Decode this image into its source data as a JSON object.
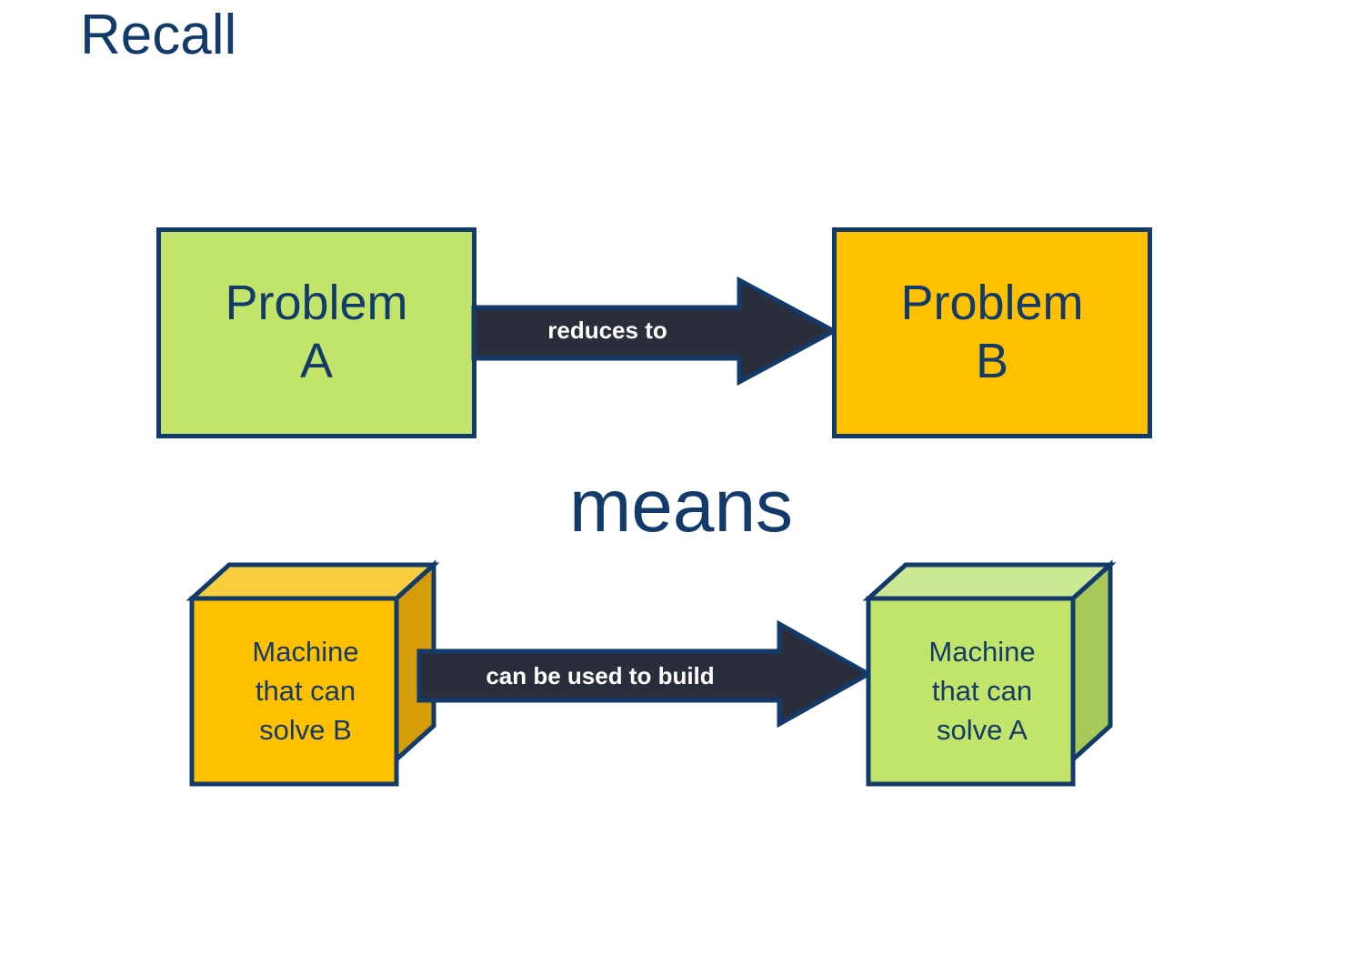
{
  "slide": {
    "title": "Recall",
    "background_color": "#FFFFFF"
  },
  "colors": {
    "navy": "#123A6B",
    "green": "#C2E46A",
    "green_top": "#CDE892",
    "green_side": "#A6C95A",
    "orange": "#FFC000",
    "orange_top": "#F9CD40",
    "orange_side": "#D69C07",
    "arrow_fill": "#2A2D3B",
    "arrow_text": "#FFFFFF"
  },
  "diagram": {
    "top_row": {
      "left_box": {
        "label": "Problem\nA",
        "fill": "#C2E46A"
      },
      "arrow": {
        "label": "reduces to",
        "direction": "right"
      },
      "right_box": {
        "label": "Problem\nB",
        "fill": "#FFC000"
      }
    },
    "connector_word": "means",
    "bottom_row": {
      "left_cube": {
        "label": "Machine\nthat can\nsolve B",
        "fill": "#FFC000"
      },
      "arrow": {
        "label": "can be used to build",
        "direction": "right"
      },
      "right_cube": {
        "label": "Machine\nthat can\nsolve A",
        "fill": "#C2E46A"
      }
    }
  }
}
